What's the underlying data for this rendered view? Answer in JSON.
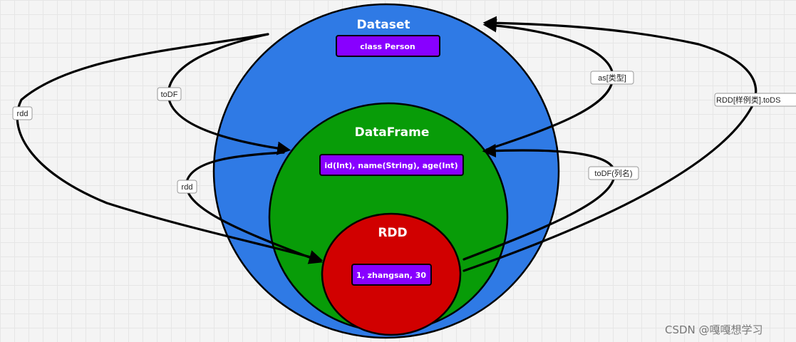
{
  "diagram": {
    "colors": {
      "dataset": "#2f7ae5",
      "dataframe": "#089c08",
      "rdd": "#d10000",
      "box": "#8800ff",
      "stroke": "#000000"
    },
    "dataset": {
      "title": "Dataset",
      "box": "class Person"
    },
    "dataframe": {
      "title": "DataFrame",
      "box": "id(Int), name(String), age(Int)"
    },
    "rdd": {
      "title": "RDD",
      "box": "1, zhangsan, 30"
    },
    "edges": {
      "todf_outer": "toDF",
      "rdd_outer": "rdd",
      "rdd_inner": "rdd",
      "as_type": "as[类型]",
      "todf_cols": "toDF(列名)",
      "rdd_tods": "RDD[样例类].toDS"
    }
  },
  "watermark": "CSDN @嘎嘎想学习"
}
